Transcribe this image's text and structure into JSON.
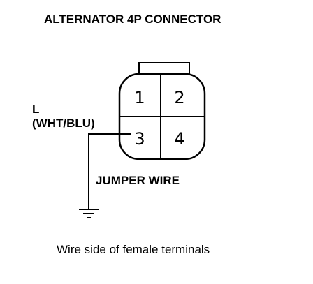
{
  "title": "ALTERNATOR 4P CONNECTOR",
  "wire": {
    "name": "L",
    "color": "(WHT/BLU)"
  },
  "jumper_label": "JUMPER WIRE",
  "caption": "Wire side of female terminals",
  "pins": [
    "1",
    "2",
    "3",
    "4"
  ]
}
